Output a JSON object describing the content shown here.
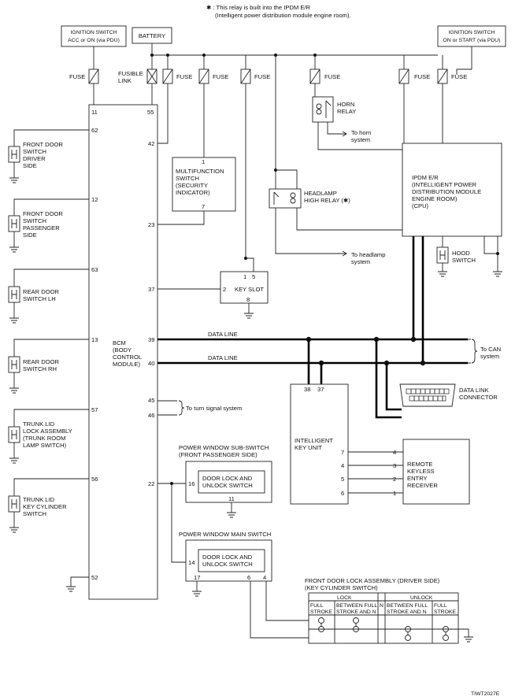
{
  "footnote": {
    "line1": "✱ : This relay is built into the IPDM E/R",
    "line2": "(Intelligent power distribution module engine room)."
  },
  "supplies": {
    "ign_acc": [
      "IGNITION SWITCH",
      "ACC or ON (via PDU)"
    ],
    "battery": "BATTERY",
    "ign_start": [
      "IGNITION SWITCH",
      "ON or START (via PDU)"
    ]
  },
  "fuse_label": "FUSE",
  "fusible_link": [
    "FUSIBLE",
    "LINK"
  ],
  "bcm": {
    "name": [
      "BCM",
      "(BODY",
      "CONTROL",
      "MODULE)"
    ],
    "pins": {
      "p11": "11",
      "p55": "55",
      "p62": "62",
      "p42": "42",
      "p12": "12",
      "p23": "23",
      "p63": "63",
      "p37": "37",
      "p13": "13",
      "p39": "39",
      "p40": "40",
      "p45": "45",
      "p46": "46",
      "p57": "57",
      "p56": "56",
      "p22": "22",
      "p52": "52"
    }
  },
  "switches_left": [
    [
      "FRONT DOOR",
      "SWITCH",
      "DRIVER",
      "SIDE"
    ],
    [
      "FRONT DOOR",
      "SWITCH",
      "PASSENGER",
      "SIDE"
    ],
    [
      "REAR DOOR",
      "SWITCH LH"
    ],
    [
      "REAR DOOR",
      "SWITCH RH"
    ],
    [
      "TRUNK LID",
      "LOCK ASSEMBLY",
      "(TRUNK ROOM",
      " LAMP SWITCH)"
    ],
    [
      "TRUNK LID",
      "KEY CYLINDER",
      "SWITCH"
    ]
  ],
  "multifunction": {
    "label": [
      "MULTIFUNCTION",
      "SWITCH",
      "(SECURITY",
      "INDICATOR)"
    ],
    "pin_top": "1",
    "pin_bot": "7"
  },
  "key_slot": {
    "label": "KEY SLOT",
    "pin1": "1",
    "pin5": "5",
    "pin2": "2",
    "pin8": "8"
  },
  "horn_relay": {
    "label": [
      "HORN",
      "RELAY"
    ],
    "to": [
      "To horn",
      "system"
    ]
  },
  "headlamp_relay": {
    "label": [
      "HEADLAMP",
      "HIGH RELAY (✱)"
    ],
    "to": [
      "To headlamp",
      "system"
    ]
  },
  "ipdm": {
    "label": [
      "IPDM E/R",
      "(INTELLIGENT POWER",
      "DISTRIBUTION MODULE",
      "ENGINE ROOM)",
      "(CPU)"
    ]
  },
  "hood_switch": [
    "HOOD",
    "SWITCH"
  ],
  "data_line": "DATA LINE",
  "to_can": [
    "To CAN",
    "system"
  ],
  "dlc": [
    "DATA LINK",
    "CONNECTOR"
  ],
  "turn_signal": "To turn signal system",
  "intelligent_key": {
    "label": [
      "INTELLIGENT",
      "KEY UNIT"
    ],
    "pins": [
      "38",
      "37",
      "7",
      "4",
      "5",
      "6"
    ]
  },
  "rke": {
    "label": [
      "REMOTE",
      "KEYLESS",
      "ENTRY",
      "RECEIVER"
    ],
    "pins": [
      "4",
      "3",
      "2",
      "1"
    ]
  },
  "pw_sub": {
    "title": [
      "POWER WINDOW SUB-SWITCH",
      "(FRONT PASSENGER SIDE)"
    ],
    "inner": [
      "DOOR LOCK AND",
      "UNLOCK SWITCH"
    ],
    "pin16": "16",
    "pin11": "11"
  },
  "pw_main": {
    "title": "POWER WINDOW MAIN SWITCH",
    "inner": [
      "DOOR LOCK AND",
      "UNLOCK SWITCH"
    ],
    "pin14": "14",
    "pin17": "17",
    "pin6": "6",
    "pin4": "4"
  },
  "fdl": {
    "title": [
      "FRONT DOOR LOCK ASSEMBLY (DRIVER SIDE)",
      "(KEY CYLINDER SWITCH)"
    ],
    "lock": "LOCK",
    "unlock": "UNLOCK",
    "n": "N",
    "cols": [
      [
        "FULL",
        "STROKE"
      ],
      [
        "BETWEEN FULL",
        "STROKE AND N"
      ],
      [
        "BETWEEN FULL",
        "STROKE AND N"
      ],
      [
        "FULL",
        "STROKE"
      ]
    ]
  },
  "code": "TIWT2027E"
}
